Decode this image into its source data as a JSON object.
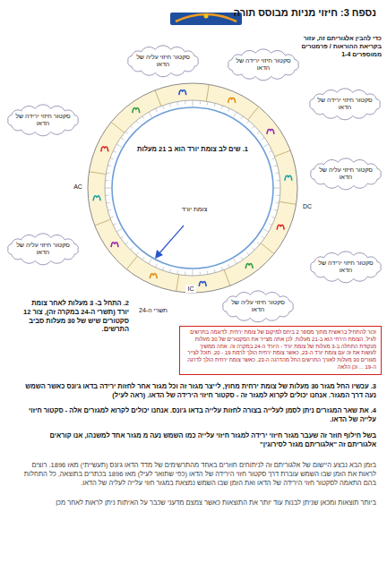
{
  "diagram": {
    "title": "נספח 3: חיזוי מניות מבוסס תורה",
    "nodes": [
      {
        "text": [
          "סקטור חיזוי עליה של הדאו"
        ]
      },
      {
        "text": [
          "סקטור חיזוי ירידה של הדאו"
        ]
      },
      {
        "text": [
          "סקטור חיזוי ירידה של הדאו"
        ]
      },
      {
        "text": [
          "סקטור חיזוי ירידה של הדאו"
        ]
      },
      {
        "text": [
          "1. שים לב צומת יורד הוא ב 21 מעלות",
          "צומת יורד"
        ]
      },
      {
        "text": [
          "סקטור חיזוי עליה של הדאו"
        ]
      },
      {
        "text": [
          "סקטור חיזוי עליה של הדאו"
        ]
      },
      {
        "text": [
          "סקטור חיזוי ירידה של הדאו"
        ]
      },
      {
        "text": [
          "סקטור חיזוי עליה של הדאו"
        ]
      },
      {
        "text": [
          "זכור להתחיל בראשית מתוך מספר 2 ביחס למיקום של צומת ירחית, לדוגמה בתרשים לעיל, הצומת הירחי הוא ב-21 מעלות, לכן אתה מצייר את הסקטורים של 30 מעלות מנקודת התחלה ב-3 מעלות של צומת יורד - היורד ה-24 במקרה זה. אתה ממשיך לעשות את זה עם צומת יורד ה-23, כאשר צומת ירחית הולך לרמת 19 - 20, תוכל לצייר מגזרים 30 מעלות לאורך התרשים החל מהדרגה ה-23. כאשר צומת ירחית הולך לדרגה ה-19 ... וכן הלאה"
        ]
      }
    ],
    "labels": [
      "כדי להבין אלגוריתם זה, עזור בקריאת ההוראות / פרמטרים ממוספרים 1-4",
      "AC",
      "DC",
      "IC",
      "2. התחל ב- 3 מעלות לאחר צומת יורד (תשרי ה-24 במקרה זה), צור 12 סקטורים שיש של 30 מעלות סביב התרשים.",
      "תשרי ה-24",
      "3. עכשיו החל מגזר 30 מעלות של צומת ירחית מחוץ, לייצר מגזר זה וכל מגזר אחר לחזות ירידה בדאו ג'ונס כאשר השמש נעה דרך המגזר. אנחנו יכולים לקרוא למגזר זה - סקטור חיזוי הירידה של הדאו. (ראה לעיל)",
      "4. את שאר המגזרים ניתן לסמן לעלייה בצורה לחזות עלייה בדאו ג'ונס. אנחנו יכולים לקרוא למגזרים אלה - סקטור חיזוי עלייה של הדאו.",
      "בשל חילוף חוזר זה שעבר מגזר חיזוי ירידה למגזר חיזוי עלייה כמו השמש נעה מ מגזר אחד למשנהו, אנו קוראים אלגוריתם זה \"אלגוריתם מגזר לסירוגין\"",
      "בזמן הבא נבצע היישום של אלגוריתם זה לניתוחים חוזרים באחד מהתרשימים של מדד הדאו ג'ונס (תעשייתי) מאז 1896. רוצים לראות את הזמן שבו השמש עוברת דרך סקטור חזוי הירידה של הדאו (כפי שתואר לעיל) מאז 1896 בכתרים בתוצאה, כל התחלות בהם התאמה לסקטור חזוי הירידה של הדאו ואת הזמן שבו השמש נמצאת במגזר חזוי עלייה לעליה של הדאו.",
      "ביותר תוצאות ומכאן שניתן לבנות עוד יותר את התוצאות כאשר צמצם מדעני שכבר על האיתות ניתן לראות לאחר מכן"
    ]
  }
}
